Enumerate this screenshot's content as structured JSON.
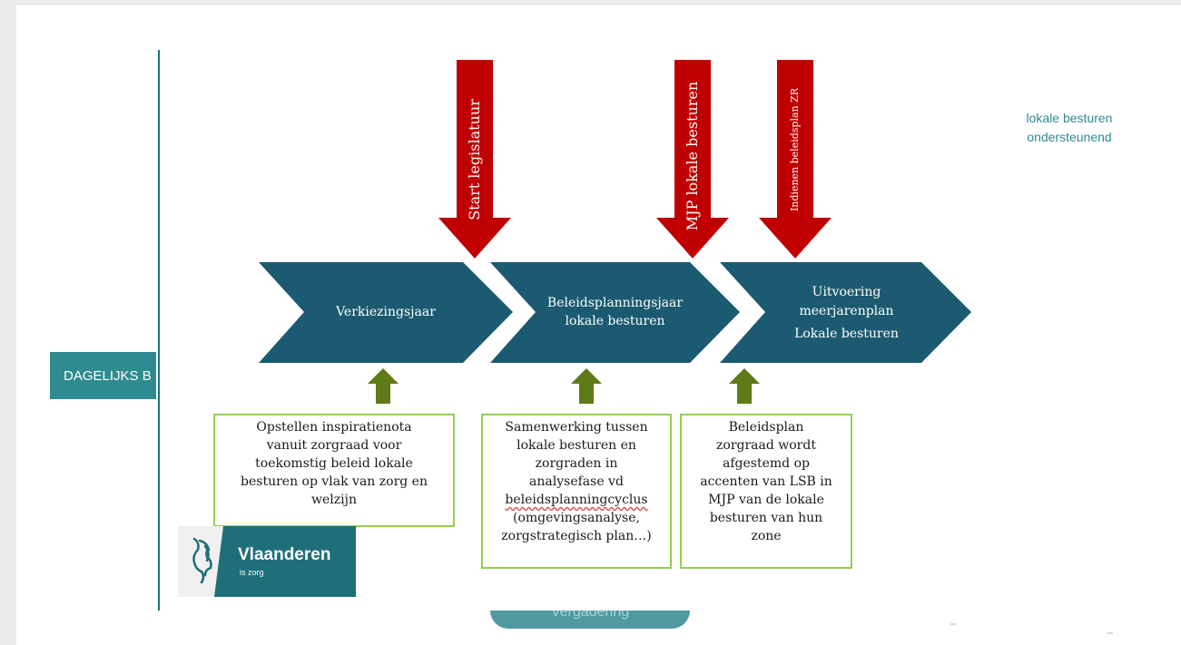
{
  "background": {
    "tab_text": "DAGELIJKS B",
    "note_lines": [
      "lokale besturen",
      "ondersteunend"
    ],
    "pill_text": "Vergadering"
  },
  "phases": [
    {
      "lines": [
        "Verkiezingsjaar"
      ]
    },
    {
      "lines": [
        "Beleidsplanningsjaar",
        "lokale besturen"
      ]
    },
    {
      "lines": [
        "Uitvoering",
        "meerjarenplan",
        "Lokale besturen"
      ]
    }
  ],
  "milestones": [
    {
      "label": "Start legislatuur"
    },
    {
      "label": "MJP lokale besturen"
    },
    {
      "label": "Indienen beleidsplan ZR"
    }
  ],
  "notes": [
    {
      "lines": [
        "Opstellen inspiratienota",
        "vanuit zorgraad voor",
        "toekomstig beleid lokale",
        "besturen op vlak van zorg en",
        "welzijn"
      ]
    },
    {
      "lines": [
        "Samenwerking tussen",
        "lokale besturen en",
        "zorgraden in",
        "analysefase vd",
        "beleidsplanningcyclus",
        "(omgevingsanalyse,",
        "zorgstrategisch plan…)"
      ]
    },
    {
      "lines": [
        "Beleidsplan",
        "zorgraad wordt",
        "afgestemd op",
        "accenten van LSB in",
        "MJP van de lokale",
        "besturen van hun",
        "zone"
      ]
    }
  ],
  "logo": {
    "name": "Vlaanderen",
    "tagline": "is zorg"
  },
  "colors": {
    "chevron": "#1b5a70",
    "milestone_arrow": "#c00000",
    "up_arrow": "#5f7a16",
    "note_border": "#92d050",
    "brand_teal": "#1f6f7a"
  }
}
